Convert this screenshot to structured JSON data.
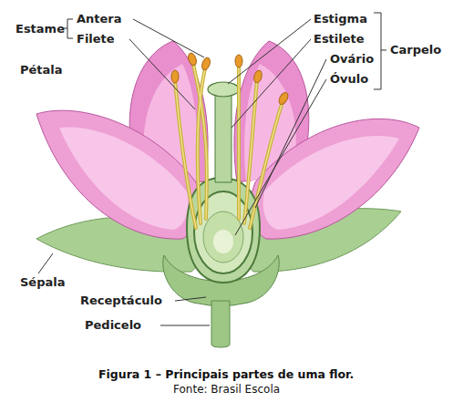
{
  "diagram": {
    "caption": "Figura 1 – Principais partes de uma flor.",
    "labels": [
      "Estame",
      "Antera",
      "Filete",
      "Pétala",
      "Estigma",
      "Estilete",
      "Carpelo",
      "Ovário",
      "Óvulo",
      "Sépala",
      "Receptáculo",
      "Pedicelo",
      "Fonte: Brasil Escola"
    ]
  }
}
